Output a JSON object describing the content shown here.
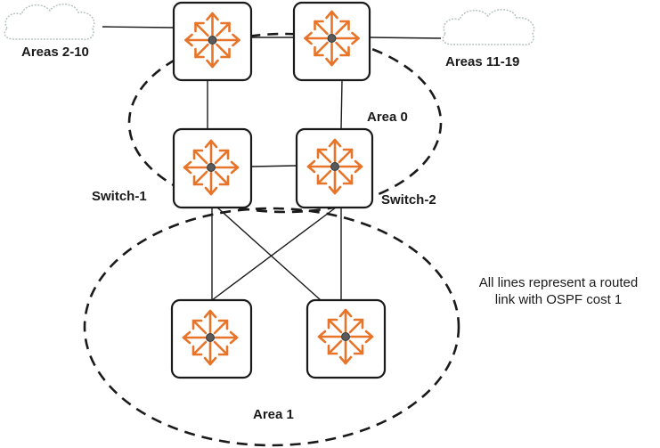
{
  "diagram": {
    "title": "OSPF multi-area topology",
    "colors": {
      "router_icon": "#e8742a",
      "router_center": "#555555",
      "router_box": "#1a1a1a",
      "link": "#1a1a1a",
      "area_boundary": "#1a1a1a",
      "cloud": "#b8c4bc"
    },
    "clouds": [
      {
        "id": "cloud-left",
        "label": "Areas 2-10"
      },
      {
        "id": "cloud-right",
        "label": "Areas 11-19"
      }
    ],
    "areas": [
      {
        "id": "area-0",
        "label": "Area 0"
      },
      {
        "id": "area-1",
        "label": "Area 1"
      }
    ],
    "routers": [
      {
        "id": "router-top-left",
        "label": "",
        "icon": "router-icon"
      },
      {
        "id": "router-top-right",
        "label": "",
        "icon": "router-icon"
      },
      {
        "id": "switch-1",
        "label": "Switch-1",
        "icon": "router-icon"
      },
      {
        "id": "switch-2",
        "label": "Switch-2",
        "icon": "router-icon"
      },
      {
        "id": "router-bottom-left",
        "label": "",
        "icon": "router-icon"
      },
      {
        "id": "router-bottom-right",
        "label": "",
        "icon": "router-icon"
      }
    ],
    "links": [
      {
        "from": "cloud-left",
        "to": "router-top-left"
      },
      {
        "from": "router-top-left",
        "to": "router-top-right"
      },
      {
        "from": "router-top-right",
        "to": "cloud-right"
      },
      {
        "from": "router-top-left",
        "to": "switch-1"
      },
      {
        "from": "router-top-right",
        "to": "switch-2"
      },
      {
        "from": "switch-1",
        "to": "switch-2"
      },
      {
        "from": "switch-1",
        "to": "router-bottom-left"
      },
      {
        "from": "switch-1",
        "to": "router-bottom-right"
      },
      {
        "from": "switch-2",
        "to": "router-bottom-left"
      },
      {
        "from": "switch-2",
        "to": "router-bottom-right"
      }
    ],
    "note": {
      "line1": "All lines represent a routed",
      "line2": "link with OSPF cost 1"
    }
  }
}
